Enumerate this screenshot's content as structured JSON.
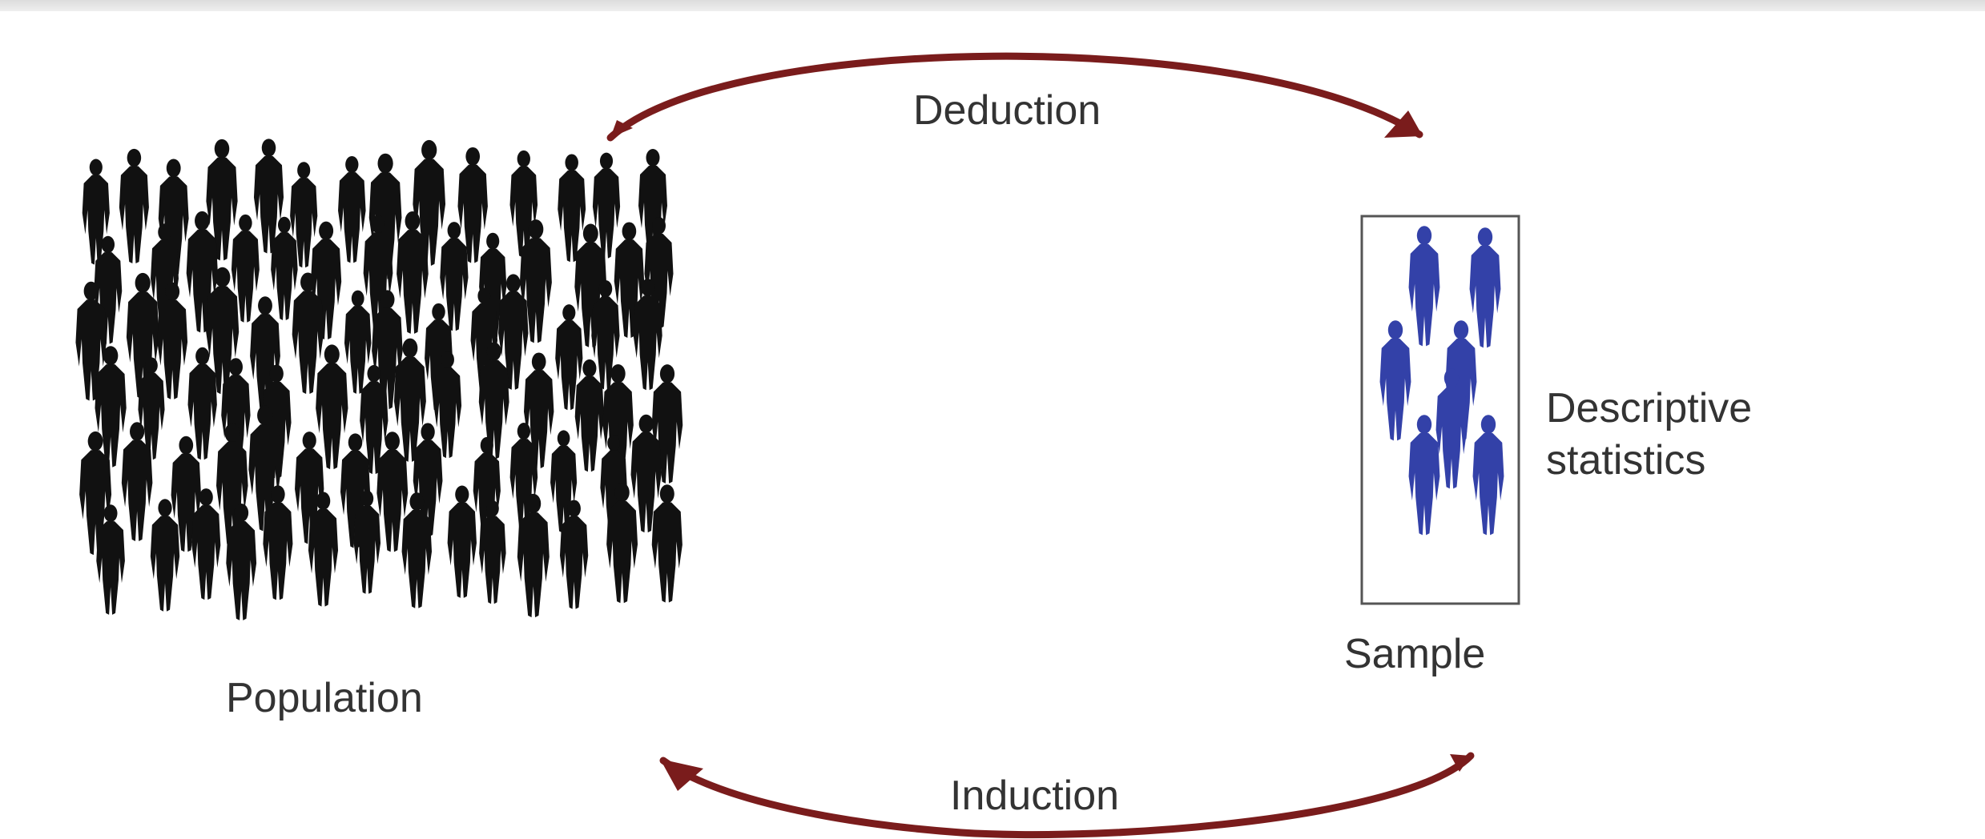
{
  "labels": {
    "deduction": "Deduction",
    "induction": "Induction",
    "population": "Population",
    "sample": "Sample",
    "descriptive_line1": "Descriptive",
    "descriptive_line2": "statistics"
  },
  "colors": {
    "arrow": "#7a1c1c",
    "population_figure": "#111111",
    "sample_figure": "#3341a8",
    "sample_border": "#555555",
    "text": "#333333"
  },
  "population_figure_count": 84,
  "sample_figure_count": 7
}
